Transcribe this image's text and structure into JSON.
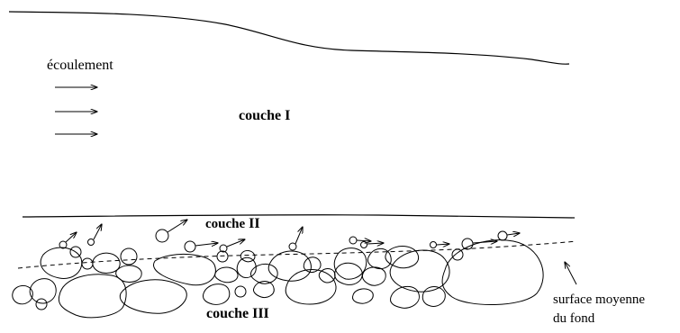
{
  "labels": {
    "flow": "écoulement",
    "layer1": "couche I",
    "layer2_word": "couche",
    "layer2_numeral": "II",
    "layer3": "couche III",
    "mean_surface_line1": "surface moyenne",
    "mean_surface_line2": "du fond"
  },
  "colors": {
    "ink": "#000000",
    "background": "#ffffff"
  },
  "flow_arrow_count": 3
}
